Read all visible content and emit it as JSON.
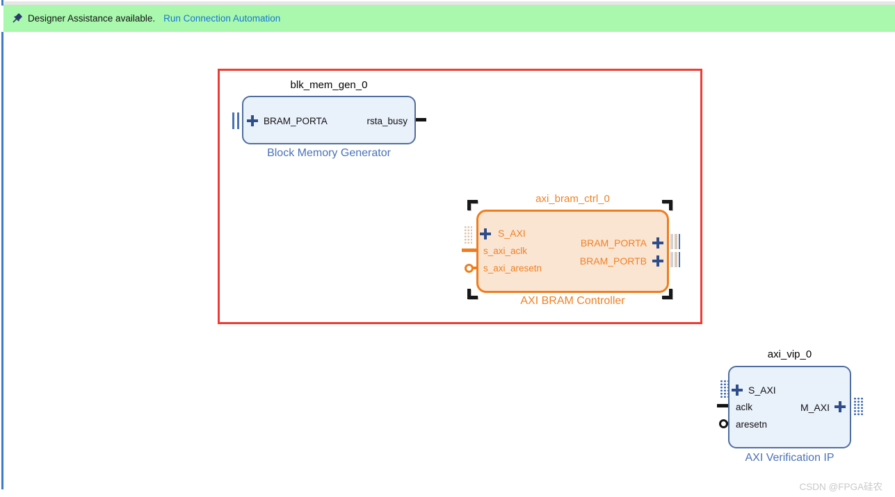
{
  "banner": {
    "message": "Designer Assistance available.",
    "link_label": "Run Connection Automation"
  },
  "canvas": {
    "blocks": [
      {
        "instance": "blk_mem_gen_0",
        "type_label": "Block Memory Generator",
        "selected": false,
        "ports_left": [
          {
            "label": "BRAM_PORTA",
            "kind": "interface"
          }
        ],
        "ports_right": [
          {
            "label": "rsta_busy",
            "kind": "output-signal"
          }
        ]
      },
      {
        "instance": "axi_bram_ctrl_0",
        "type_label": "AXI BRAM Controller",
        "selected": true,
        "ports_left": [
          {
            "label": "S_AXI",
            "kind": "interface"
          },
          {
            "label": "s_axi_aclk",
            "kind": "clock"
          },
          {
            "label": "s_axi_aresetn",
            "kind": "reset"
          }
        ],
        "ports_right": [
          {
            "label": "BRAM_PORTA",
            "kind": "interface"
          },
          {
            "label": "BRAM_PORTB",
            "kind": "interface"
          }
        ]
      },
      {
        "instance": "axi_vip_0",
        "type_label": "AXI Verification IP",
        "selected": false,
        "ports_left": [
          {
            "label": "S_AXI",
            "kind": "interface"
          },
          {
            "label": "aclk",
            "kind": "clock"
          },
          {
            "label": "aresetn",
            "kind": "reset"
          }
        ],
        "ports_right": [
          {
            "label": "M_AXI",
            "kind": "interface"
          }
        ]
      }
    ]
  },
  "watermark": "CSDN @FPGA硅农",
  "colors": {
    "banner_bg": "#a9f8ae",
    "link_blue": "#1576d2",
    "selection_red": "#ef3b33",
    "block_blue_fill": "#e9f1fb",
    "block_blue_border": "#4f6d9e",
    "block_blue_label": "#4a72b9",
    "selected_orange": "#ef7d1e",
    "selected_orange_fill": "#fae5d3",
    "orange_text": "#f08023",
    "plus_navy": "#2e4d8a",
    "left_edge_blue": "#3d7bc8"
  }
}
